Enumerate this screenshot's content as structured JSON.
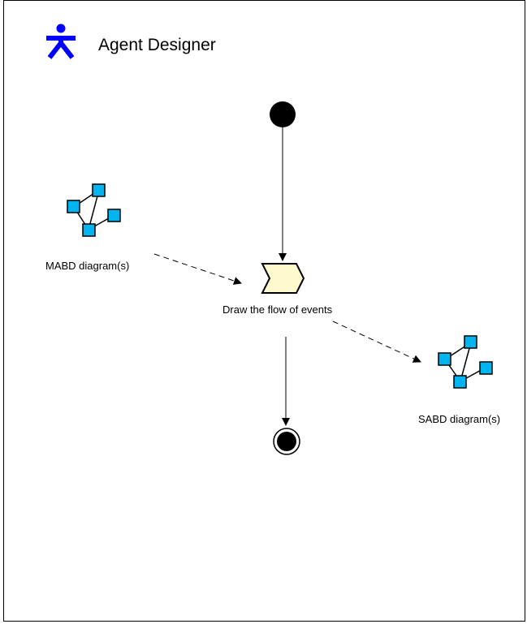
{
  "role": {
    "label": "Agent Designer",
    "icon": "actor-icon",
    "color": "#0000ff"
  },
  "diagram": {
    "start_node": "initial-node-icon",
    "end_node": "final-node-icon",
    "activity": {
      "label": "Draw the flow of events",
      "icon": "activity-chevron-icon",
      "fill": "#fffacd"
    },
    "inputs": [
      {
        "label": "MABD diagram(s)",
        "icon": "network-diagram-icon"
      }
    ],
    "outputs": [
      {
        "label": "SABD diagram(s)",
        "icon": "network-diagram-icon"
      }
    ],
    "node_fill": "#00b4f0"
  }
}
